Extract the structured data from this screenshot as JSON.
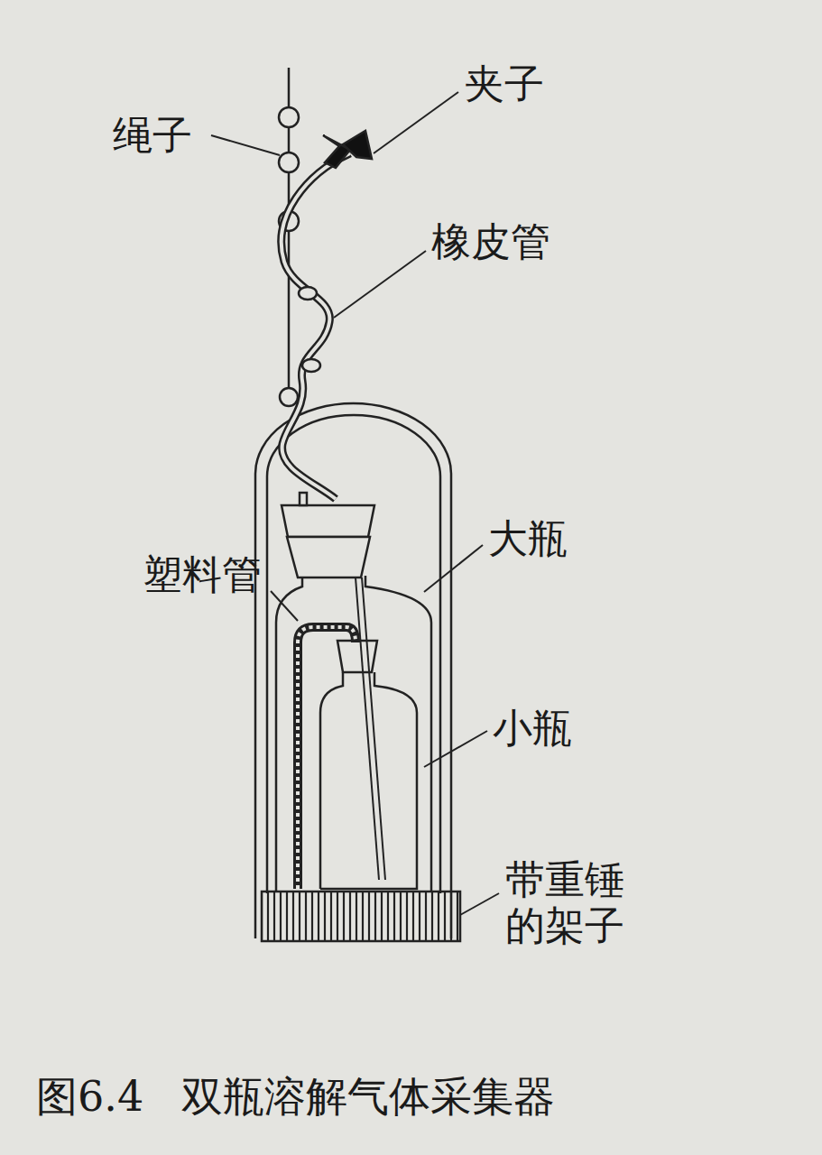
{
  "diagram": {
    "caption": "图6.4 双瓶溶解气体采集器",
    "labels": [
      "绳子",
      "夹子",
      "橡皮管",
      "大瓶",
      "塑料管",
      "小瓶",
      "带重锤 的架子"
    ]
  }
}
